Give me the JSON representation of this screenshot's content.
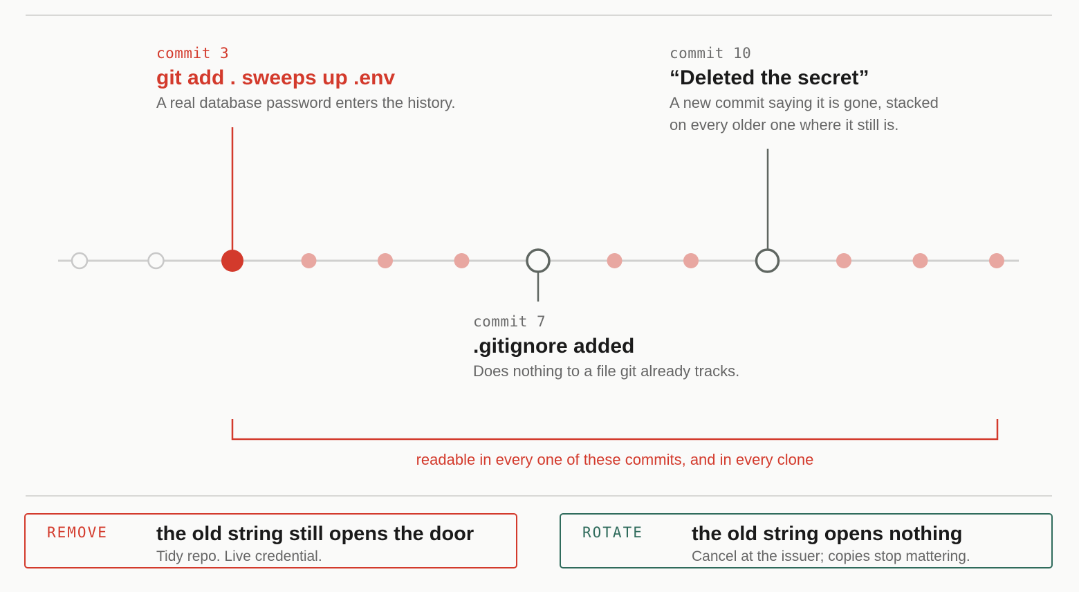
{
  "annotations": {
    "commit3": {
      "label": "commit 3",
      "title": "git add . sweeps up .env",
      "description": "A real database password enters the history."
    },
    "commit10": {
      "label": "commit 10",
      "title": "“Deleted the secret”",
      "description_line1": "A new commit saying it is gone, stacked",
      "description_line2": "on every older one where it still is."
    },
    "commit7": {
      "label": "commit 7",
      "title": ".gitignore added",
      "description": "Does nothing to a file git already tracks."
    }
  },
  "range_label": "readable in every one of these commits, and in every clone",
  "cards": {
    "remove": {
      "tag": "REMOVE",
      "title": "the old string still opens the door",
      "subtitle": "Tidy repo. Live credential."
    },
    "rotate": {
      "tag": "ROTATE",
      "title": "the old string opens nothing",
      "subtitle": "Cancel at the issuer; copies stop mattering."
    }
  },
  "commits": [
    {
      "index": 1,
      "state": "clean"
    },
    {
      "index": 2,
      "state": "clean"
    },
    {
      "index": 3,
      "state": "leak"
    },
    {
      "index": 4,
      "state": "contains-secret"
    },
    {
      "index": 5,
      "state": "contains-secret"
    },
    {
      "index": 6,
      "state": "contains-secret"
    },
    {
      "index": 7,
      "state": "milestone"
    },
    {
      "index": 8,
      "state": "contains-secret"
    },
    {
      "index": 9,
      "state": "contains-secret"
    },
    {
      "index": 10,
      "state": "milestone"
    },
    {
      "index": 11,
      "state": "contains-secret"
    },
    {
      "index": 12,
      "state": "contains-secret"
    },
    {
      "index": 13,
      "state": "contains-secret"
    }
  ],
  "colors": {
    "accent_red": "#d33a2c",
    "faded_red": "#e8a7a1",
    "milestone_gray": "#5f6661",
    "clean_gray": "#c8c8c8",
    "line_gray": "#d0d0cf",
    "rotate_green": "#2f6b5c"
  }
}
